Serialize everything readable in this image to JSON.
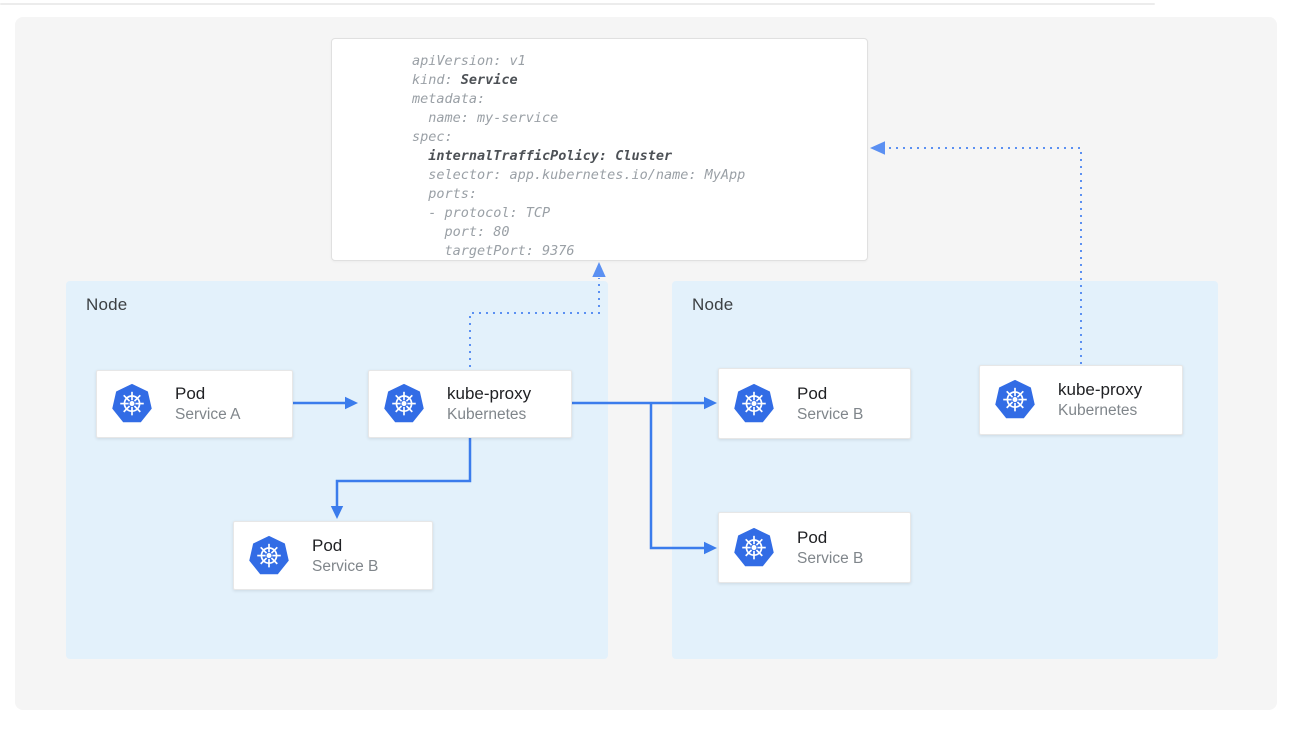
{
  "yaml_panel": {
    "l1": "apiVersion: v1",
    "l2a": "kind: ",
    "l2b": "Service",
    "l3": "metadata:",
    "l4": "  name: my-service",
    "l5": "spec:",
    "l6": "  internalTrafficPolicy: Cluster",
    "l7": "  selector: app.kubernetes.io/name: MyApp",
    "l8": "  ports:",
    "l9": "  - protocol: TCP",
    "l10": "    port: 80",
    "l11": "    targetPort: 9376"
  },
  "nodes": [
    {
      "label": "Node",
      "cards": [
        {
          "title": "Pod",
          "subtitle": "Service A",
          "icon": "kubernetes-icon"
        },
        {
          "title": "kube-proxy",
          "subtitle": "Kubernetes",
          "icon": "kubernetes-icon"
        },
        {
          "title": "Pod",
          "subtitle": "Service B",
          "icon": "kubernetes-icon"
        }
      ]
    },
    {
      "label": "Node",
      "cards": [
        {
          "title": "Pod",
          "subtitle": "Service B",
          "icon": "kubernetes-icon"
        },
        {
          "title": "Pod",
          "subtitle": "Service B",
          "icon": "kubernetes-icon"
        },
        {
          "title": "kube-proxy",
          "subtitle": "Kubernetes",
          "icon": "kubernetes-icon"
        }
      ]
    }
  ],
  "colors": {
    "accent_blue": "#3b7cec",
    "kubernetes_blue": "#326ce5",
    "node_bg": "#e3f1fb",
    "panel_bg": "#f5f5f5",
    "dotted_blue": "#5b90f2",
    "yaml_text": "#9aa0a6",
    "yaml_bold": "#4d5156"
  }
}
